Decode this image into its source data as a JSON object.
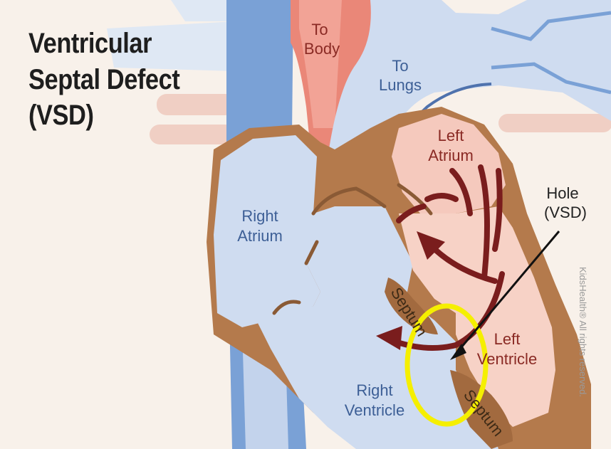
{
  "title": {
    "line1": "Ventricular",
    "line2": "Septal Defect",
    "line3": "(VSD)"
  },
  "labels": {
    "to_body": [
      "To",
      "Body"
    ],
    "to_lungs": [
      "To",
      "Lungs"
    ],
    "left_atrium": [
      "Left",
      "Atrium"
    ],
    "right_atrium": [
      "Right",
      "Atrium"
    ],
    "right_ventricle": [
      "Right",
      "Ventricle"
    ],
    "left_ventricle": [
      "Left",
      "Ventricle"
    ],
    "septum_upper": "Septum",
    "septum_lower": "Septum",
    "hole": [
      "Hole",
      "(VSD)"
    ]
  },
  "credit": "KidsHealth® All rights reserved.",
  "colors": {
    "background": "#f8f1ea",
    "vessel_blue": "#cfdcf0",
    "deep_blue": "#7aa1d6",
    "aorta_red": "#ea8778",
    "atrium_pink": "#f5c9bd",
    "heart_muscle": "#b47a4c",
    "blood_arrow": "#7a1d1d",
    "highlight_circle": "#f5ef00"
  }
}
